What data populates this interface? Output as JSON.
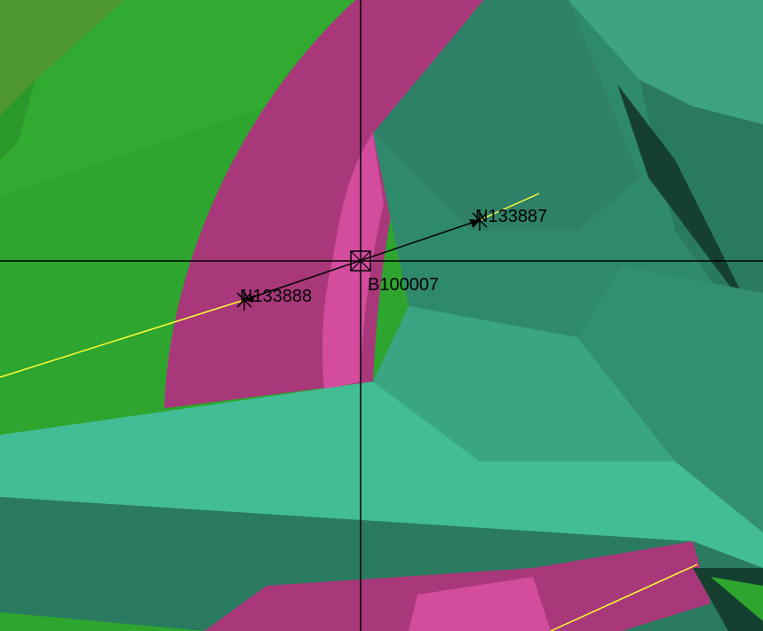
{
  "viewport": {
    "colors": {
      "background": "#ffffff",
      "dark_green": "#1f7a1f",
      "green": "#2ea52e",
      "olive": "#6f7a2a",
      "magenta": "#a8387a",
      "pink": "#d44c9e",
      "teal": "#3aa583",
      "teal_light": "#43bd95",
      "teal_dark": "#2a7a60",
      "shadow": "#15402f",
      "crosshair": "#000000",
      "beam_line": "#ffff33",
      "element_line": "#000000"
    },
    "nodes": [
      {
        "id": "node-133887",
        "label": "N133887"
      },
      {
        "id": "node-133888",
        "label": "N133888"
      }
    ],
    "element": {
      "label": "B100007",
      "symbol": "element-box-icon"
    }
  }
}
